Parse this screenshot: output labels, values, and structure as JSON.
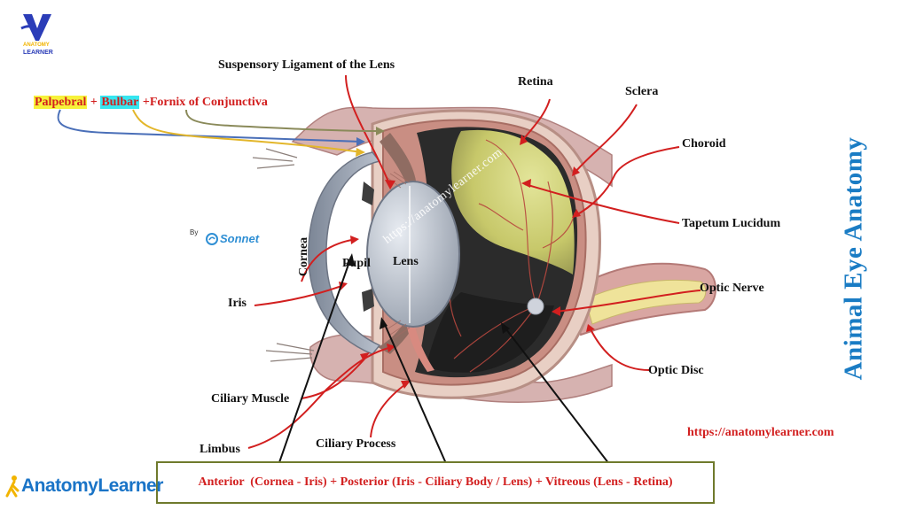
{
  "labels": {
    "suspensory": "Suspensory Ligament of the Lens",
    "palpebral": "Palpebral",
    "plus1": " + ",
    "bulbar": "Bulbar",
    "fornix": " +Fornix of Conjunctiva",
    "retina": "Retina",
    "sclera": "Sclera",
    "choroid": "Choroid",
    "tapetum": "Tapetum Lucidum",
    "optic_nerve": "Optic Nerve",
    "optic_disc": "Optic Disc",
    "cornea": "Cornea",
    "pupil": "Pupil",
    "lens": "Lens",
    "iris": "Iris",
    "ciliary_muscle": "Ciliary Muscle",
    "ciliary_process": "Ciliary Process",
    "limbus": "Limbus"
  },
  "title": "Animal Eye Anatomy",
  "website": "https://anatomylearner.com",
  "watermark": "https://anatomylearner.com",
  "chambers_text": "Anterior  (Cornea - Iris) + Posterior (Iris - Ciliary Body / Lens) + Vitreous (Lens - Retina)",
  "brand": {
    "footer_logo": "AnatomyLearner",
    "top_logo_line1": "ANATOMY",
    "top_logo_line2": "LEARNER",
    "by": "By",
    "sonnet": "Sonnet"
  },
  "colors": {
    "label_red": "#d21f1f",
    "title_blue": "#1a7cc4",
    "highlight_yellow": "#f7f23a",
    "highlight_cyan": "#35e6f0",
    "box_border": "#6f7a2c"
  }
}
